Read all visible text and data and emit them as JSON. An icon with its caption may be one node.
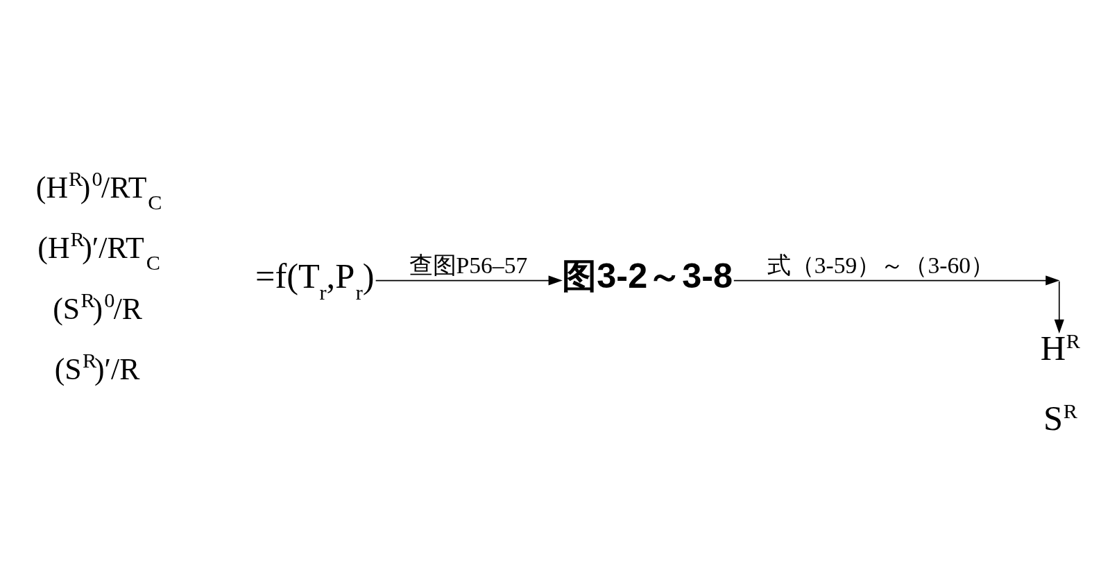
{
  "diagram": {
    "nodes": [
      {
        "text": [
          "(H$^{R}$)$^{0}$/RT$_{C}$",
          "(H$^{R}$)′/RT$_{C}$",
          "(S$^{R}$)$^{0}$/R",
          "(S$^{R}$)′/R"
        ]
      },
      {
        "text": [
          "=f(T$_{r}$,P$_{r}$)"
        ]
      },
      {
        "text": [
          "图3-2～3-8"
        ]
      },
      {
        "text": [
          "H$^{R}$",
          "S$^{R}$"
        ]
      }
    ],
    "edges": [
      {
        "from": 1,
        "to": 2,
        "arrow": "to",
        "label": "查图P56–57"
      },
      {
        "from": 2,
        "to": null,
        "arrow": "to",
        "label": "式（3-59）～（3-60）"
      },
      {
        "from": null,
        "to": 3,
        "arrow": "to"
      }
    ]
  }
}
